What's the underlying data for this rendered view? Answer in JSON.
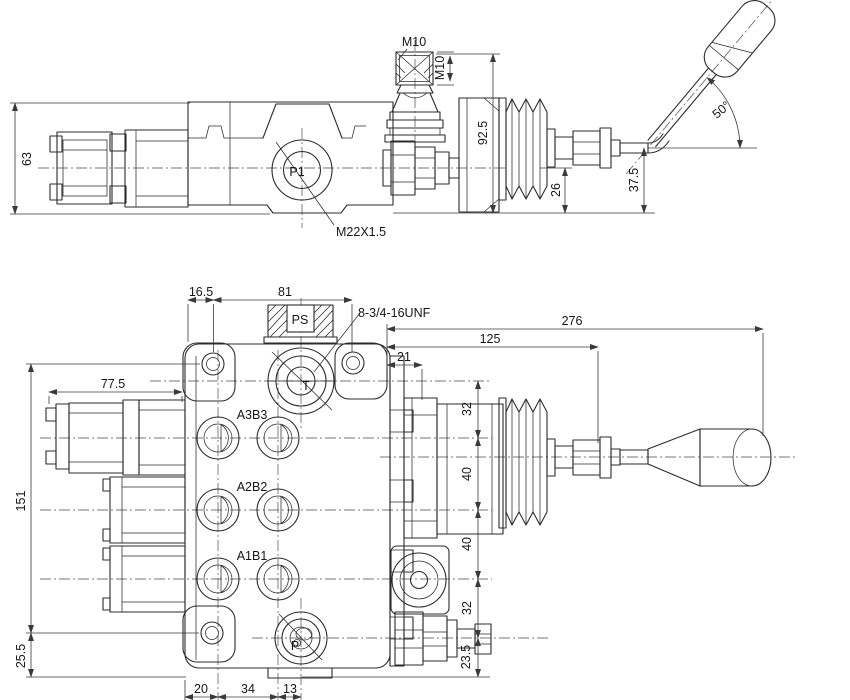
{
  "colors": {
    "background": "#ffffff",
    "line": "#2b2b2b"
  },
  "drawing": {
    "side_view": {
      "dims": {
        "height": "63",
        "overall_height": "92.5",
        "base_to_center": "26",
        "lever_pivot_height": "37.5",
        "lever_angle": "50°"
      },
      "labels": {
        "pin_thread_top": "M10",
        "pin_thread_side": "M10",
        "inlet_port": "P1",
        "inlet_thread": "M22X1.5"
      }
    },
    "plan_view": {
      "dims": {
        "hole_edge_offset": "16.5",
        "hole_pitch": "81",
        "overall_length": "276",
        "actuator_length": "125",
        "cap_offset": "21",
        "fitting_length": "77.5",
        "mount_hole_span": "151",
        "hole_to_base": "25.5",
        "row_spacing": [
          "32",
          "40",
          "40",
          "32",
          "23.5"
        ],
        "port_spacing": [
          "20",
          "34",
          "13"
        ]
      },
      "labels": {
        "pilot_port": "PS",
        "port_thread": "8-3/4-16UNF",
        "tank_port": "T",
        "work_port_rows": [
          "A3B3",
          "A2B2",
          "A1B1"
        ],
        "pressure_port": "P"
      }
    }
  }
}
